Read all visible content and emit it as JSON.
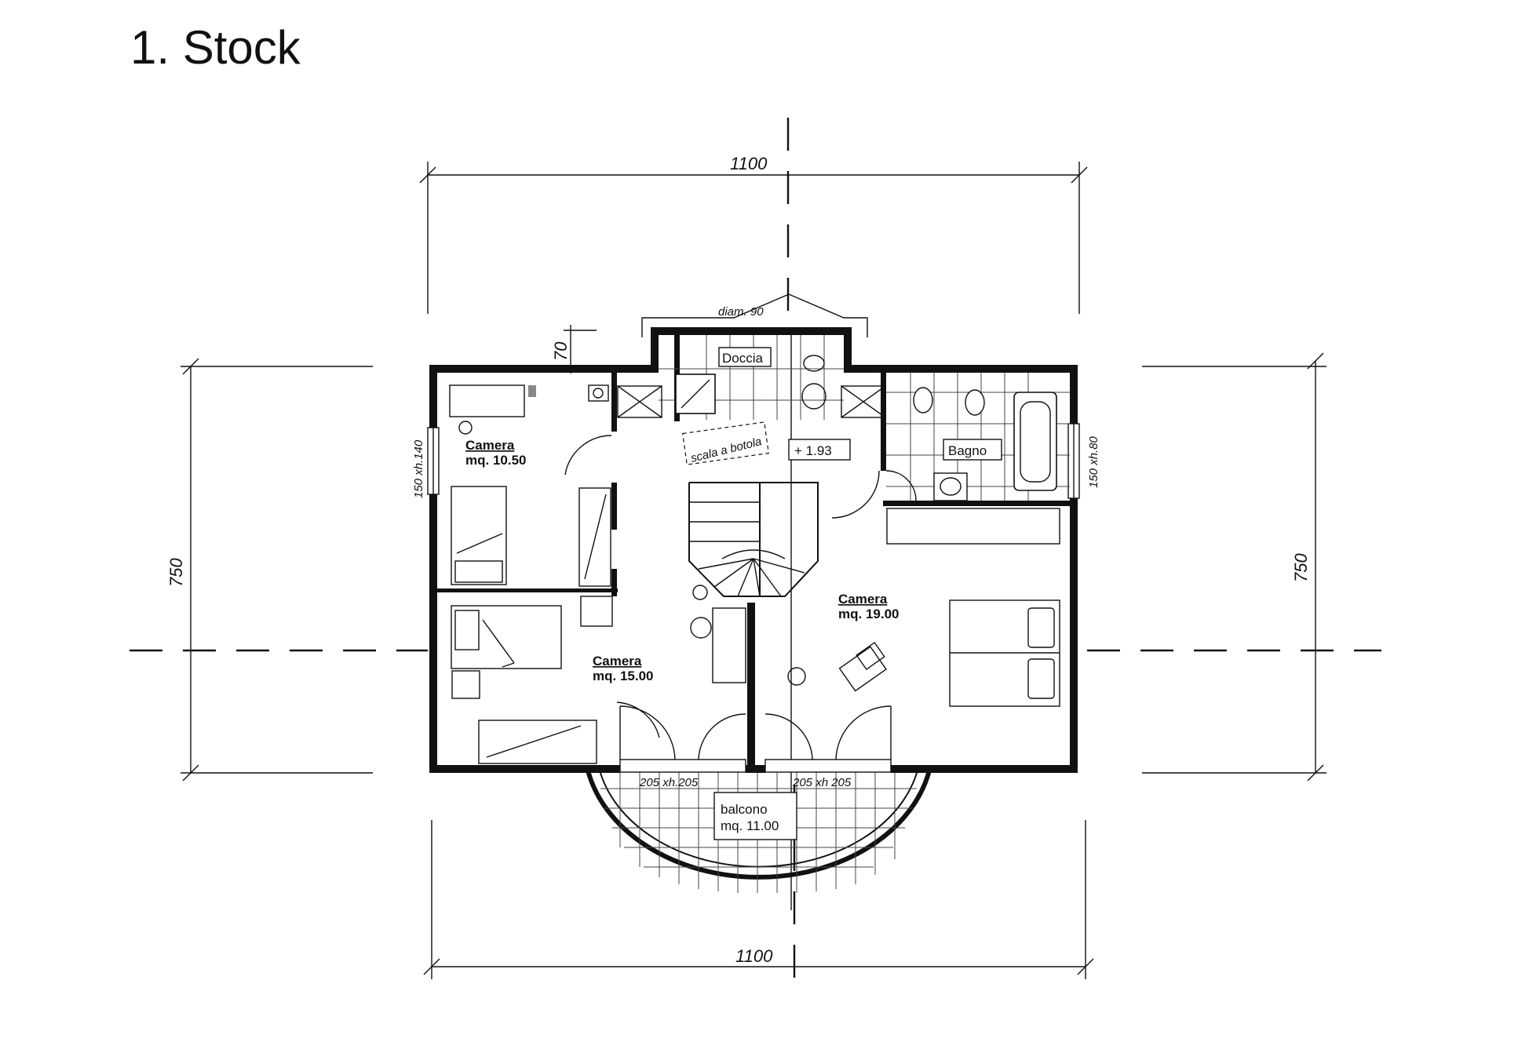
{
  "title": "1. Stock",
  "dimensions": {
    "width_top": "1100",
    "width_bottom": "1100",
    "depth_left": "750",
    "depth_right": "750",
    "offset": "70",
    "chimney": "diam. 90"
  },
  "rooms": [
    {
      "name": "Camera",
      "area": "mq. 10.50"
    },
    {
      "name": "Camera",
      "area": "mq. 15.00"
    },
    {
      "name": "Camera",
      "area": "mq. 19.00"
    },
    {
      "name": "Doccia"
    },
    {
      "name": "Bagno"
    },
    {
      "name": "balcono",
      "area": "mq. 11.00"
    }
  ],
  "windows": {
    "left": "150 xh.140",
    "right": "150 xh.80",
    "balcony_left": "205 xh.205",
    "balcony_right": "205 xh 205"
  },
  "level_mark": "+ 1.93",
  "stair_note": "scala a botola"
}
